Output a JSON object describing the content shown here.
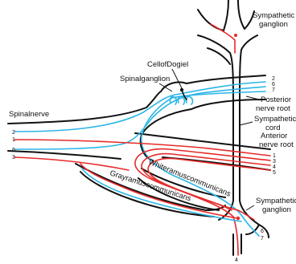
{
  "colors": {
    "sensory_fiber": "#2bb6e6",
    "motor_fiber": "#e62a2a",
    "outline": "#111111",
    "background": "#ffffff"
  },
  "labels": {
    "sympathetic_ganglion_top": [
      "Sympathetic",
      "ganglion"
    ],
    "cell_of_dogiel": "CellofDogiel",
    "spinal_ganglion": "Spinalganglion",
    "spinal_nerve": "Spinalnerve",
    "posterior_nerve_root": [
      "Posterior",
      "nerve root"
    ],
    "sympathetic_cord": [
      "Sympathetic",
      "cord"
    ],
    "anterior_nerve_root": [
      "Anterior",
      "nerve root"
    ],
    "white_ramus": "Whiteramuscommunicans",
    "gray_ramus": "Grayramuscommunicans",
    "sympathetic_ganglion_bottom": [
      "Sympathetic",
      "ganglion"
    ]
  },
  "fiber_numbers": {
    "posterior_root": [
      "2",
      "6",
      "7"
    ],
    "spinal_nerve_left_top": [
      "2",
      "1"
    ],
    "spinal_nerve_left_bottom": [
      "6",
      "3"
    ],
    "anterior_root": [
      "1",
      "3",
      "4",
      "5"
    ],
    "ganglion_bottom_right": [
      "6",
      "7"
    ],
    "ganglion_bottom": "4"
  }
}
